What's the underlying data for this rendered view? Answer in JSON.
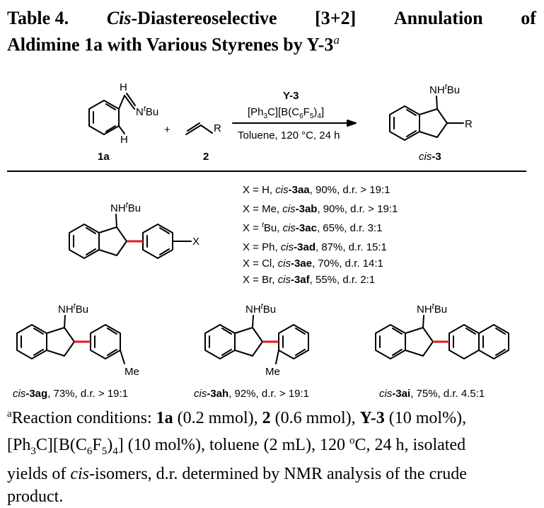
{
  "title": {
    "table_label": "Table 4.",
    "word_cis": "Cis",
    "word_rest": "-Diastereoselective",
    "word_annul": "[3+2]",
    "word_annulation": "Annulation",
    "word_of": "of",
    "line2": "Aldimine 1a with Various Styrenes by Y-3",
    "footnote_mark": "a"
  },
  "scheme": {
    "sm_H_top": "H",
    "sm_N": "N",
    "sm_t": "t",
    "sm_Bu": "Bu",
    "sm_H_bottom": "H",
    "sm_label": "1a",
    "plus": "+",
    "alkene_R": "R",
    "alkene_label": "2",
    "catalyst": "Y-3",
    "activator_prefix": "[Ph",
    "activator_3": "3",
    "activator_mid": "C][B(C",
    "activator_6": "6",
    "activator_F": "F",
    "activator_5": "5",
    "activator_end": ")",
    "activator_4": "4",
    "activator_close": "]",
    "conditions": "Toluene, 120 °C, 24 h",
    "product_NH": "NH",
    "product_t": "t",
    "product_Bu": "Bu",
    "product_R": "R",
    "product_label_cis": "cis",
    "product_label_num": "-3"
  },
  "aryl_series": {
    "NH": "NH",
    "t": "t",
    "Bu": "Bu",
    "X": "X",
    "entries": [
      {
        "prefix": "X = H, ",
        "cis": "cis",
        "code": "-3aa",
        "rest": ", 90%, d.r. > 19:1"
      },
      {
        "prefix": "X = Me, ",
        "cis": "cis",
        "code": "-3ab",
        "rest": ", 90%, d.r. > 19:1"
      },
      {
        "prefix": "X = ",
        "tsup": "t",
        "prefix2": "Bu, ",
        "cis": "cis",
        "code": "-3ac",
        "rest": ", 65%, d.r. 3:1"
      },
      {
        "prefix": "X = Ph, ",
        "cis": "cis",
        "code": "-3ad",
        "rest": ", 87%, d.r. 15:1"
      },
      {
        "prefix": "X = Cl, ",
        "cis": "cis",
        "code": "-3ae",
        "rest": ", 70%, d.r. 14:1"
      },
      {
        "prefix": "X = Br, ",
        "cis": "cis",
        "code": "-3af",
        "rest": ", 55%, d.r. 2:1"
      }
    ]
  },
  "bottom_products": [
    {
      "NH": "NH",
      "t": "t",
      "Bu": "Bu",
      "sub": "Me",
      "cis": "cis",
      "code": "-3ag",
      "rest": ", 73%, d.r. > 19:1"
    },
    {
      "NH": "NH",
      "t": "t",
      "Bu": "Bu",
      "sub": "Me",
      "cis": "cis",
      "code": "-3ah",
      "rest": ", 92%, d.r. > 19:1"
    },
    {
      "NH": "NH",
      "t": "t",
      "Bu": "Bu",
      "cis": "cis",
      "code": "-3ai",
      "rest": ", 75%, d.r. 4.5:1"
    }
  ],
  "footnote": {
    "mark": "a",
    "t1": "Reaction conditions: ",
    "b1": "1a",
    "t2": " (0.2 mmol), ",
    "b2": "2",
    "t3": " (0.6 mmol), ",
    "b3": "Y-3",
    "t4": " (10 mol%),",
    "t5a": "[Ph",
    "s3": "3",
    "t5b": "C][B(C",
    "s6": "6",
    "t5c": "F",
    "s5": "5",
    "t5d": ")",
    "s4": "4",
    "t5e": "] (10 mol%), toluene (2 mL), 120 ",
    "deg": "o",
    "t5f": "C, 24 h, isolated",
    "t6a": "yields of ",
    "i1": "cis",
    "t6b": "-isomers, d.r. determined by NMR analysis of the crude",
    "t7": "product."
  }
}
